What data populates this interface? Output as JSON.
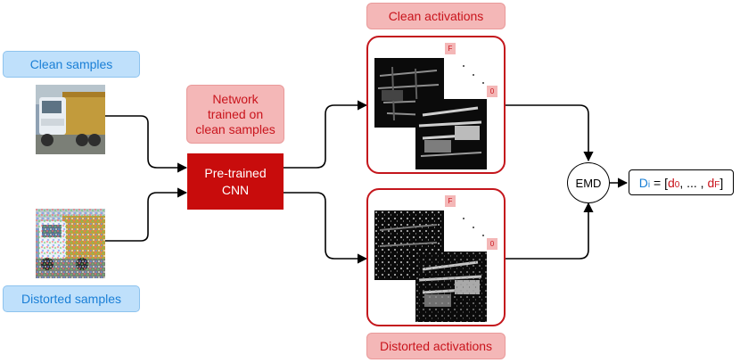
{
  "labels": {
    "clean_samples": "Clean samples",
    "distorted_samples": "Distorted samples",
    "network_note": "Network trained on clean samples",
    "cnn": "Pre-trained CNN",
    "clean_activations": "Clean activations",
    "distorted_activations": "Distorted activations",
    "emd": "EMD"
  },
  "tags": {
    "first": "F",
    "last": "0"
  },
  "result": {
    "D": "D",
    "i": "i",
    "eq": " = [",
    "d": "d",
    "sub0": "0",
    "sep": ", ... , ",
    "subF": "F",
    "close": "]"
  },
  "colors": {
    "blue_fill": "#bfe0fb",
    "blue_text": "#1a7fd6",
    "pink_fill": "#f4b7b7",
    "red": "#c4161c",
    "cnn_fill": "#c80c0c"
  }
}
